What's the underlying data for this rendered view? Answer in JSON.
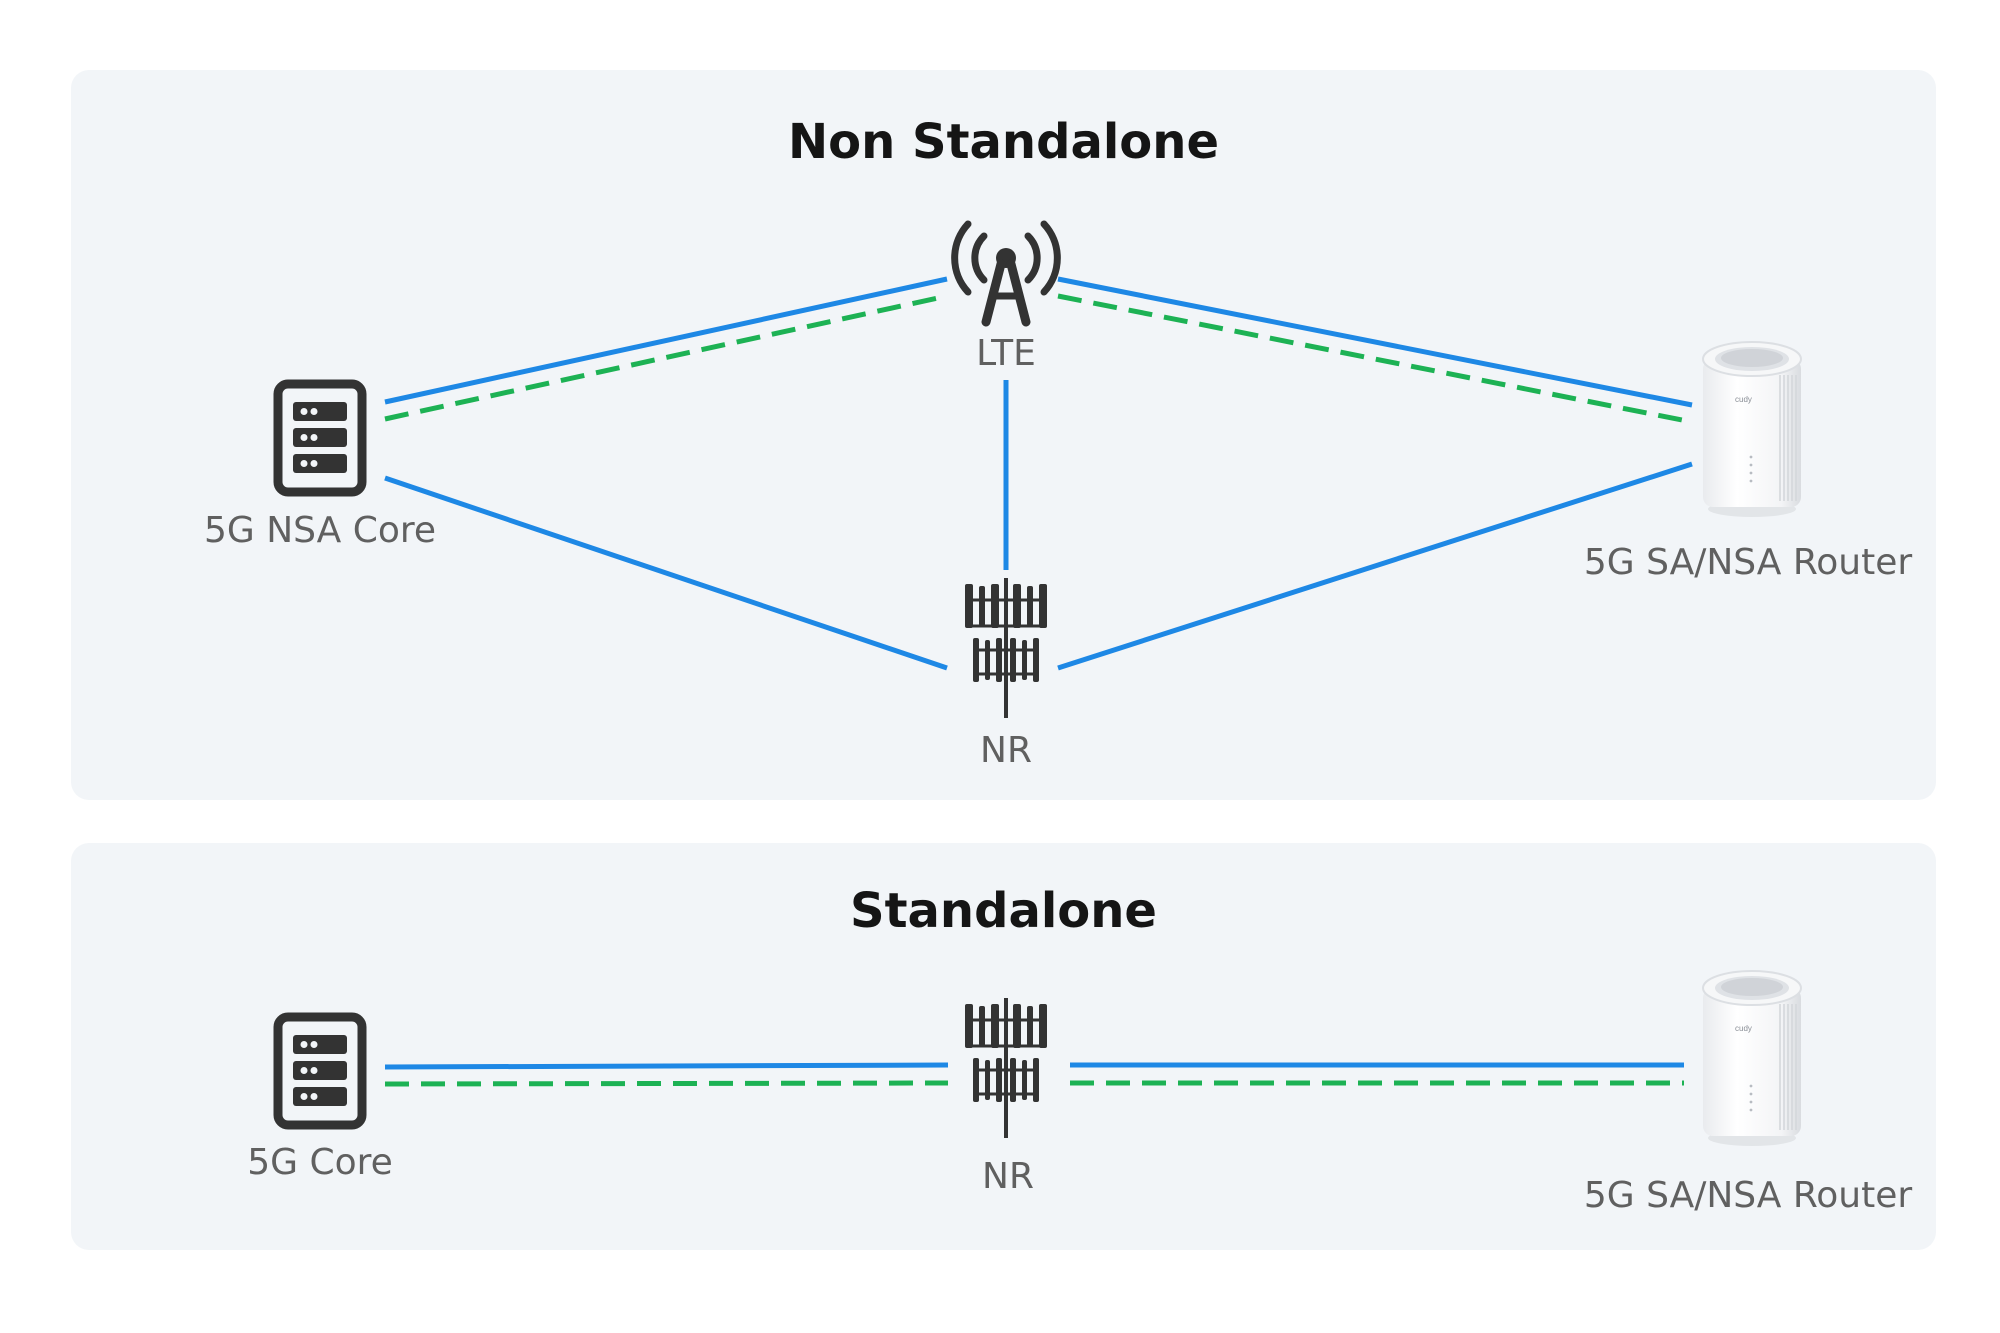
{
  "panels": {
    "nsa": {
      "title": "Non Standalone",
      "nodes": {
        "core": "5G NSA Core",
        "lte": "LTE",
        "nr": "NR",
        "router": "5G SA/NSA Router"
      }
    },
    "sa": {
      "title": "Standalone",
      "nodes": {
        "core": "5G Core",
        "nr": "NR",
        "router": "5G SA/NSA Router"
      }
    }
  },
  "router_brand": "cudy",
  "colors": {
    "panel_bg": "#f2f5f8",
    "link_solid": "#1e88e5",
    "link_dashed": "#1db254",
    "icon": "#333333",
    "label": "#606060",
    "title": "#151515"
  },
  "icons": {
    "core": "server-rack-icon",
    "lte": "radio-tower-icon",
    "nr": "cell-antenna-icon",
    "router": "router-device"
  }
}
